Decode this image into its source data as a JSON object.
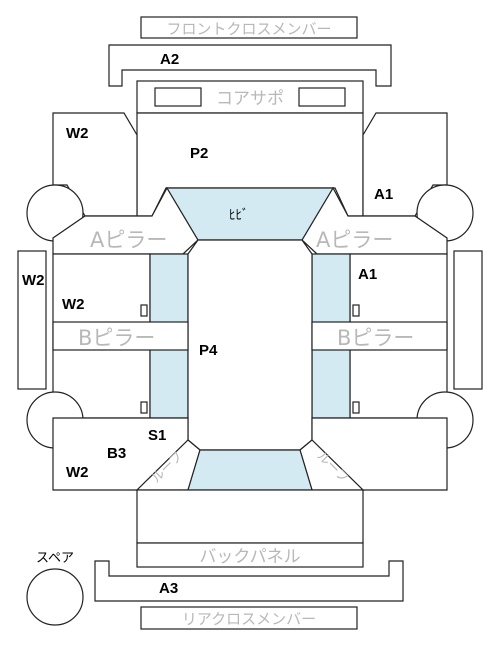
{
  "labels": {
    "front_cross_member": "フロントクロスメンバー",
    "core_support": "コアサポ",
    "a_pillar": "Aピラー",
    "b_pillar": "Bピラー",
    "back_panel": "バックパネル",
    "rear_cross_member": "リアクロスメンバー",
    "roof_corner": "ルーフ",
    "spare": "スペア",
    "glass_top": "ﾋﾋﾞ"
  },
  "parts": {
    "a2": "A2",
    "p2": "P2",
    "w2": "W2",
    "a1": "A1",
    "p4": "P4",
    "s1": "S1",
    "b3": "B3",
    "a3": "A3"
  },
  "colors": {
    "glass": "#d4eaf2",
    "outline": "#222222",
    "ghost_text": "#b8b8b8"
  }
}
